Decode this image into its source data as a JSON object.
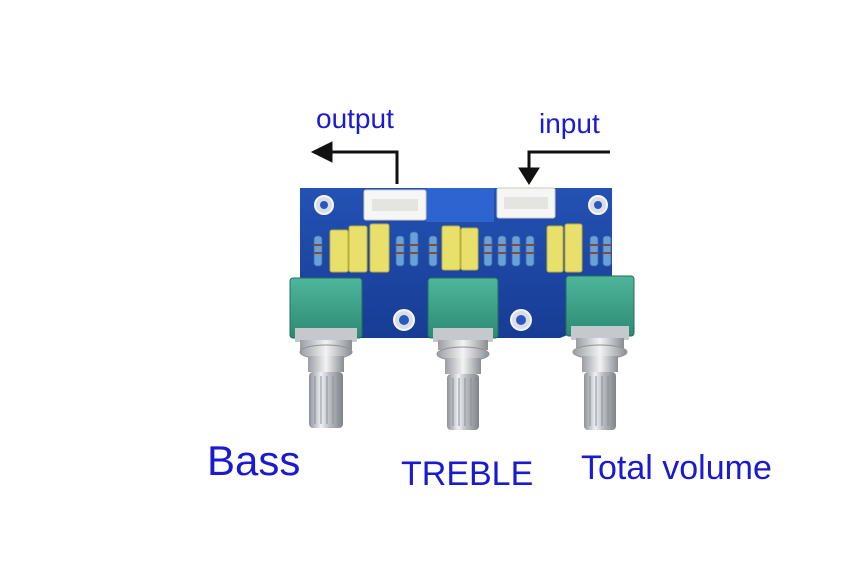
{
  "labels": {
    "output": "output",
    "input": "input",
    "bass": "Bass",
    "treble": "TREBLE",
    "total_volume": "Total volume"
  },
  "colors": {
    "label_text": "#1a1ad0",
    "arrow": "#111111",
    "pcb": "#1c3f9e",
    "pcb_light": "#2a58c0",
    "knob_cap": "#3aa088",
    "capacitor": "#e8e06a",
    "connector": "#f4f4f2",
    "shaft": "#c9ccd0"
  },
  "icons": [
    "arrow-left-icon",
    "arrow-down-icon"
  ]
}
